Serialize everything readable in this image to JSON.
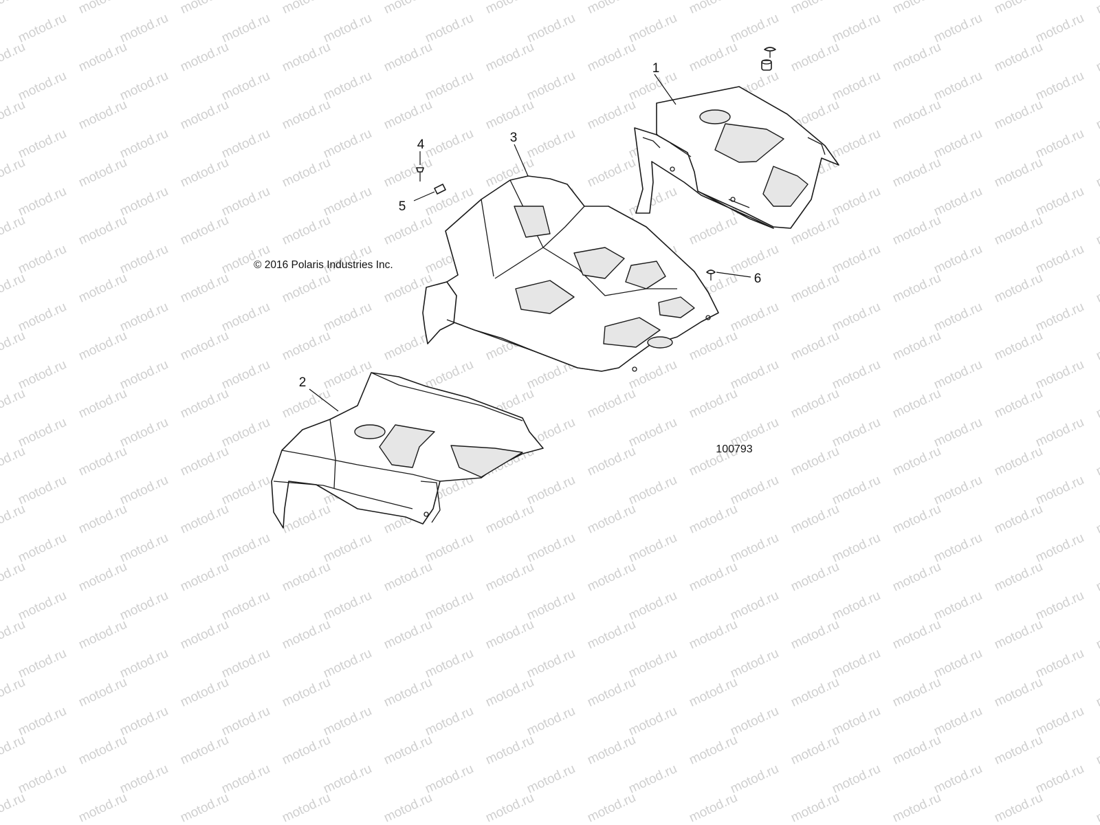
{
  "diagram": {
    "copyright": "© 2016 Polaris Industries Inc.",
    "figure_number": "100793",
    "watermark_text": "motod.ru",
    "callouts": [
      "1",
      "2",
      "3",
      "4",
      "5",
      "6"
    ]
  },
  "colors": {
    "line": "#1a1a1a",
    "watermark": "#cfcfcf",
    "background": "#ffffff"
  }
}
